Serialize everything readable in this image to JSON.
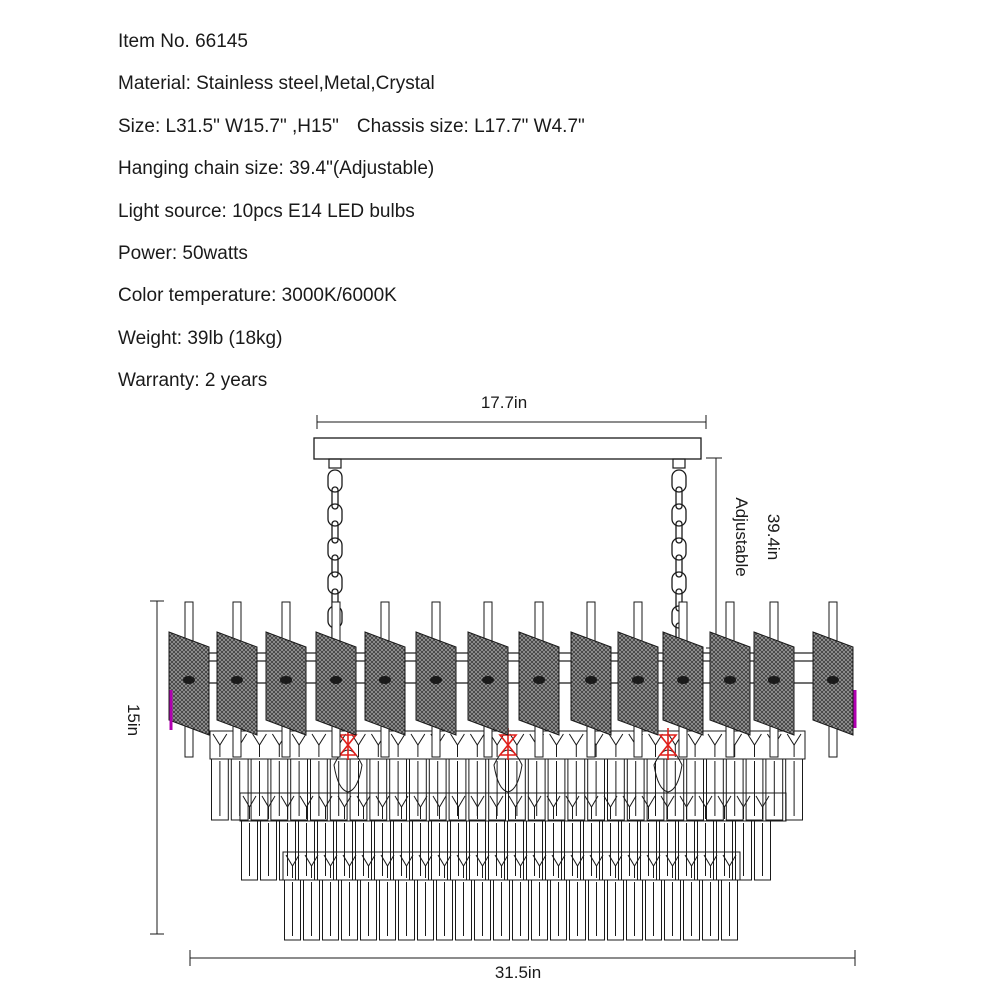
{
  "specs": {
    "item_no": "Item No. 66145",
    "material": "Material: Stainless steel,Metal,Crystal",
    "size": "Size: L31.5\" W15.7\" ,H15\"",
    "chassis": "Chassis size: L17.7\" W4.7\"",
    "chain": "Hanging chain size: 39.4\"(Adjustable)",
    "light_source": "Light source: 10pcs E14 LED bulbs",
    "power": "Power: 50watts",
    "color_temperature": "Color temperature: 3000K/6000K",
    "weight": "Weight: 39lb (18kg)",
    "warranty": "Warranty: 2 years"
  },
  "dimensions": {
    "canopy_width": "17.7in",
    "chain_length": "39.4in",
    "chain_note": "Adjustable",
    "height": "15in",
    "length": "31.5in"
  },
  "colors": {
    "line": "#1a1a1a",
    "bulb": "#e0201c",
    "accent": "#b000b0"
  }
}
